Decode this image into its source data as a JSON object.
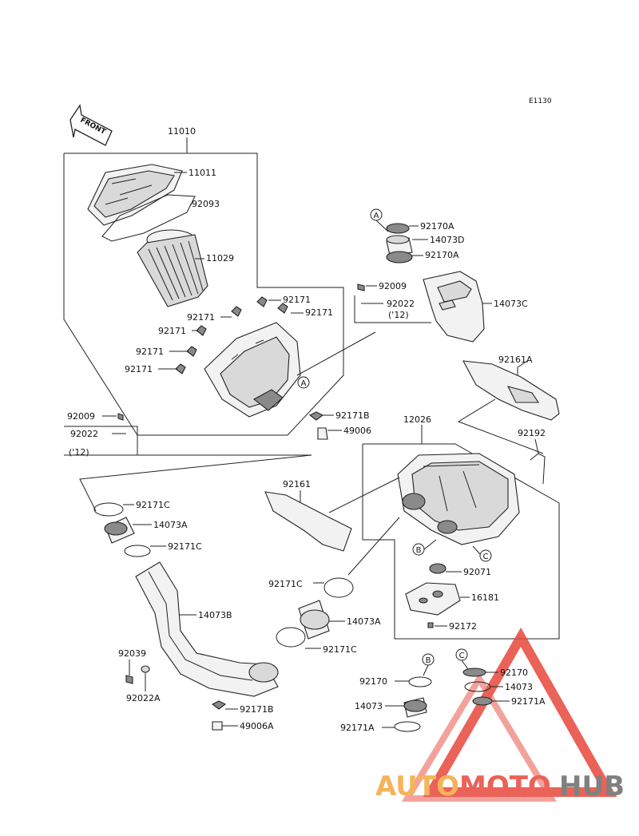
{
  "diagram_code": "E1130",
  "front_label": "FRONT",
  "callouts": [
    "A",
    "A",
    "B",
    "B",
    "C",
    "C"
  ],
  "parts": {
    "p11010": "11010",
    "p11011": "11011",
    "p92093": "92093",
    "p11029": "11029",
    "p92171_1": "92171",
    "p92171_2": "92171",
    "p92171_3": "92171",
    "p92171_4": "92171",
    "p92171_5": "92171",
    "p92171_6": "92171",
    "p92170A_1": "92170A",
    "p14073D": "14073D",
    "p92170A_2": "92170A",
    "p92009_1": "92009",
    "p92022_1": "92022",
    "p12_1": "('12)",
    "p14073C": "14073C",
    "p92161A": "92161A",
    "p92171B_1": "92171B",
    "p49006": "49006",
    "p92009_2": "92009",
    "p92022_2": "92022",
    "p12_2": "('12)",
    "p12026": "12026",
    "p92192": "92192",
    "p92171C_1": "92171C",
    "p14073A_1": "14073A",
    "p92171C_2": "92171C",
    "p92161": "92161",
    "p92071": "92071",
    "p16181": "16181",
    "p92172": "92172",
    "p92171C_3": "92171C",
    "p14073A_2": "14073A",
    "p14073B": "14073B",
    "p92171C_4": "92171C",
    "p92039": "92039",
    "p92022A": "92022A",
    "p92171B_2": "92171B",
    "p49006A": "49006A",
    "p92170_1": "92170",
    "p14073_1": "14073",
    "p92171A_1": "92171A",
    "p92170_2": "92170",
    "p14073_2": "14073",
    "p92171A_2": "92171A"
  },
  "watermark": {
    "part1": "AUTO",
    "part2": "MOTO",
    "part3": "HUB"
  },
  "colors": {
    "watermark_orange": "#f4a640",
    "watermark_red": "#e8473b",
    "watermark_gray": "#6b6b6b"
  }
}
